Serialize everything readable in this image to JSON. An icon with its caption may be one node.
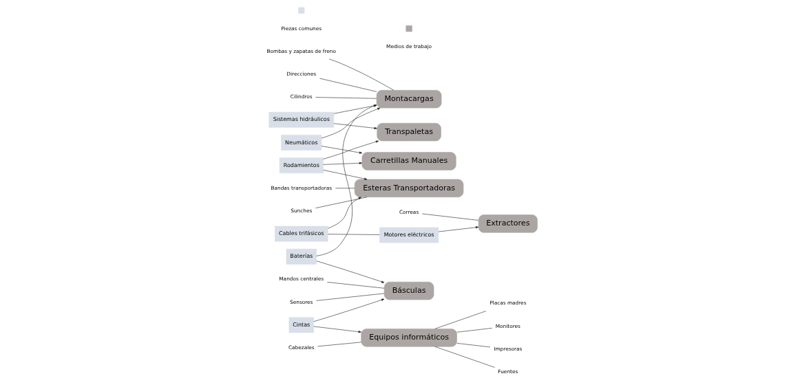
{
  "diagram": {
    "nodes": [
      {
        "text": [
          "Bombas y zapatas de freno"
        ]
      },
      {
        "text": [
          "Direcciones"
        ]
      },
      {
        "text": [
          "Montacargas"
        ]
      },
      {
        "text": [
          "Sistemas hidráulicos"
        ]
      },
      {
        "text": [
          "Transpaletas"
        ]
      },
      {
        "text": [
          "Bandas transportadoras"
        ]
      },
      {
        "text": [
          "Sunches"
        ]
      },
      {
        "text": [
          "Cilindros"
        ]
      },
      {
        "text": [
          "Esteras Transportadoras"
        ]
      },
      {
        "text": [
          "Baterías"
        ]
      },
      {
        "text": [
          "Rodamientos"
        ]
      },
      {
        "text": [
          "Mandos centrales"
        ]
      },
      {
        "text": [
          "Básculas"
        ]
      },
      {
        "text": [
          "Carretillas Manuales"
        ]
      },
      {
        "text": [
          "Neumáticos"
        ]
      },
      {
        "text": [
          "Sensores"
        ]
      },
      {
        "text": [
          "Cables trifásicos"
        ]
      },
      {
        "text": [
          "Cintas"
        ]
      },
      {
        "text": [
          "Motores eléctricos"
        ]
      },
      {
        "text": [
          "Fuentes"
        ]
      },
      {
        "text": [
          "Equipos informáticos"
        ]
      },
      {
        "text": [
          "Cabezales"
        ]
      },
      {
        "text": [
          "Extractores"
        ]
      },
      {
        "text": [
          "Correas"
        ]
      },
      {
        "text": [
          "Placas madres"
        ]
      },
      {
        "text": [
          "Monitores"
        ]
      },
      {
        "text": [
          "Impresoras"
        ]
      }
    ],
    "edges": [
      {
        "from": 3,
        "to": 2,
        "arrow": "to"
      },
      {
        "from": 3,
        "to": 4,
        "arrow": "to"
      },
      {
        "from": 14,
        "to": 2,
        "arrow": "to"
      },
      {
        "from": 14,
        "to": 13,
        "arrow": "to"
      },
      {
        "from": 9,
        "to": 2,
        "arrow": "to"
      },
      {
        "from": 9,
        "to": 12,
        "arrow": "to"
      },
      {
        "from": 17,
        "to": 12,
        "arrow": "to"
      },
      {
        "from": 17,
        "to": 20,
        "arrow": "to"
      },
      {
        "from": 10,
        "to": 4,
        "arrow": "to"
      },
      {
        "from": 10,
        "to": 13,
        "arrow": "to"
      },
      {
        "from": 10,
        "to": 8,
        "arrow": "to"
      },
      {
        "from": 16,
        "to": 8,
        "arrow": "to"
      },
      {
        "from": 16,
        "to": 18,
        "arrow": "none"
      },
      {
        "from": 18,
        "to": 22,
        "arrow": "to"
      },
      {
        "from": 0,
        "to": 2,
        "arrow": "none"
      },
      {
        "from": 1,
        "to": 2,
        "arrow": "none"
      },
      {
        "from": 7,
        "to": 2,
        "arrow": "none"
      },
      {
        "from": 11,
        "to": 12,
        "arrow": "none"
      },
      {
        "from": 15,
        "to": 12,
        "arrow": "none"
      },
      {
        "from": 21,
        "to": 20,
        "arrow": "none"
      },
      {
        "from": 20,
        "to": 19,
        "arrow": "none"
      },
      {
        "from": 20,
        "to": 24,
        "arrow": "none"
      },
      {
        "from": 20,
        "to": 25,
        "arrow": "none"
      },
      {
        "from": 20,
        "to": 26,
        "arrow": "none"
      },
      {
        "from": 5,
        "to": 8,
        "arrow": "none"
      },
      {
        "from": 6,
        "to": 8,
        "arrow": "none"
      },
      {
        "from": 23,
        "to": 22,
        "arrow": "none"
      }
    ],
    "legend": [
      {
        "text": "Piezas comunes",
        "color": "#d9dfe8"
      },
      {
        "text": "Medios de trabajo",
        "color": "#aba6a4"
      }
    ]
  }
}
